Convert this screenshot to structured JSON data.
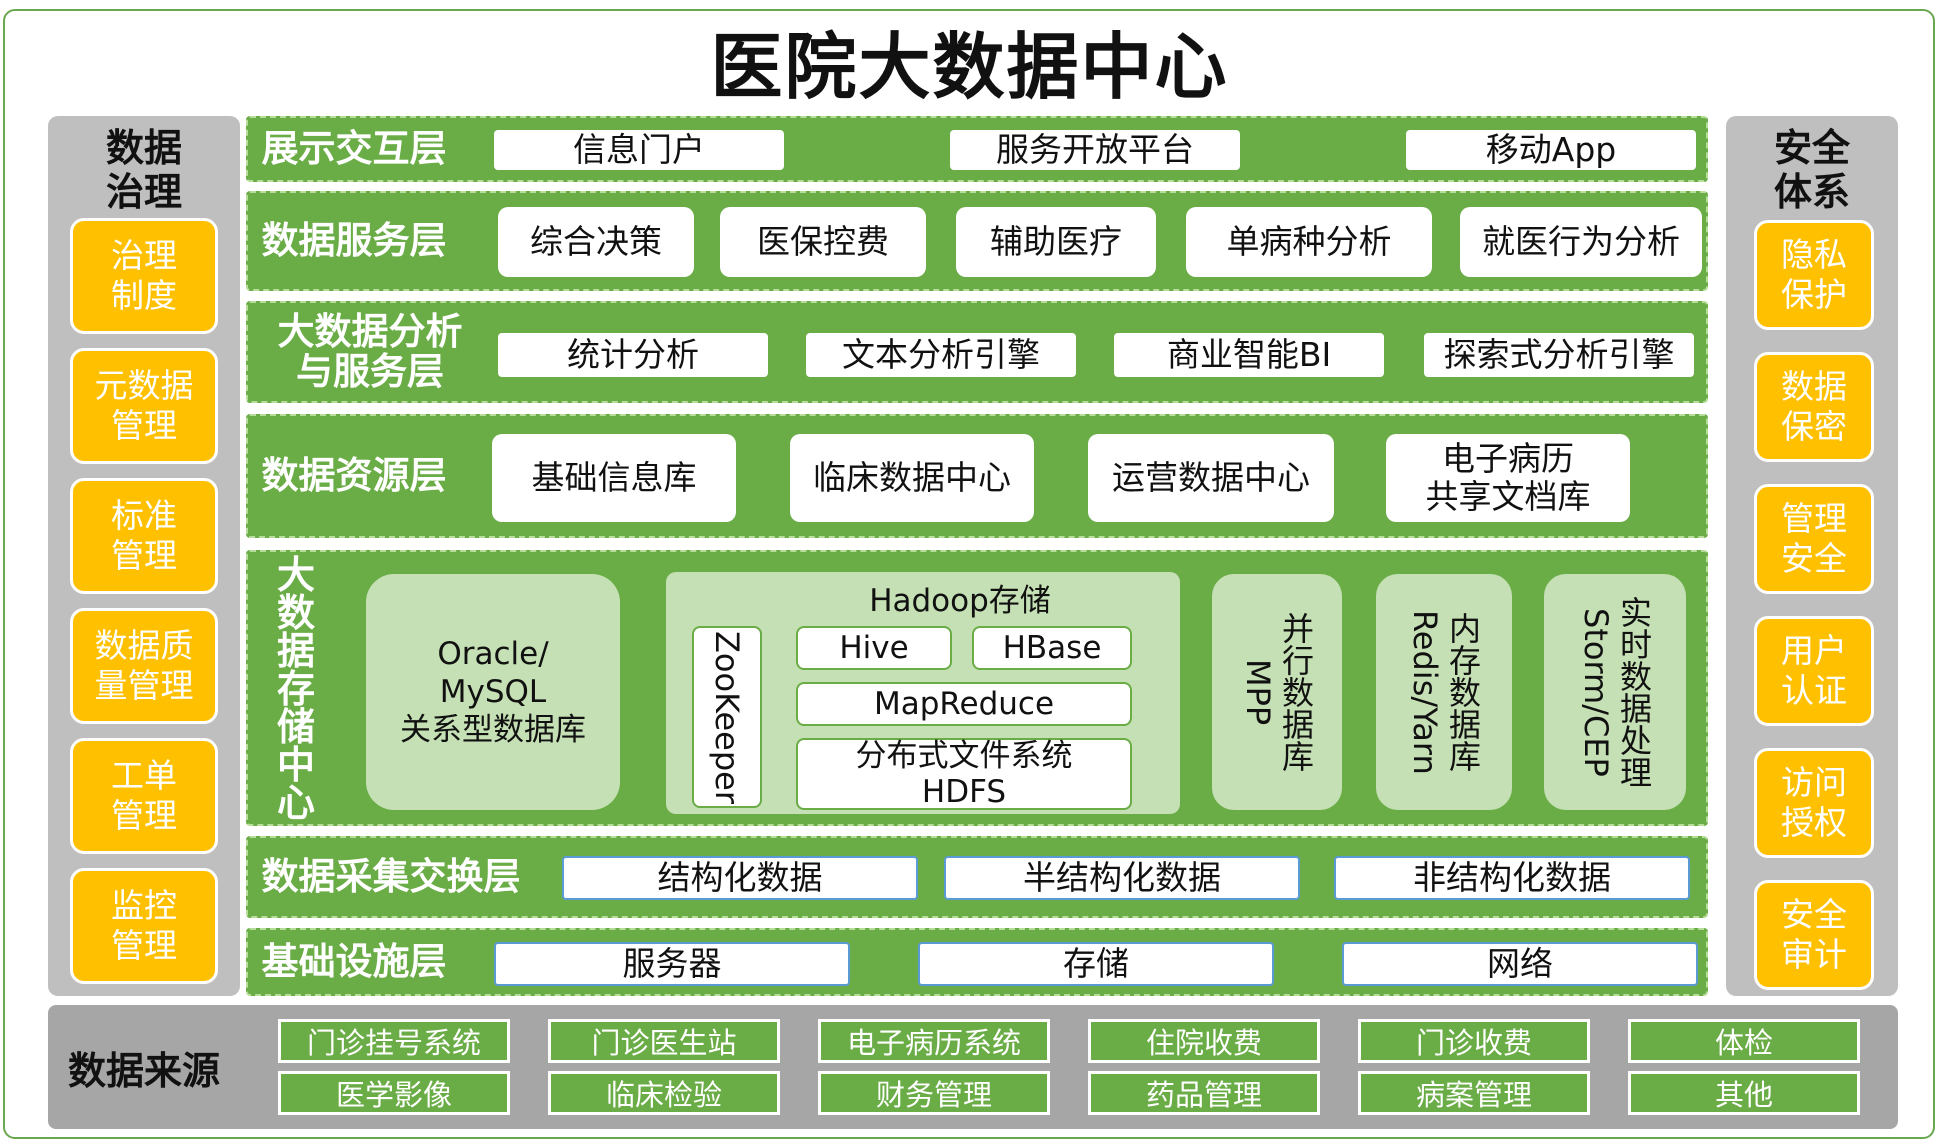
{
  "title": "医院大数据中心",
  "governance": {
    "title": "数据\n治理",
    "items": [
      "治理\n制度",
      "元数据\n管理",
      "标准\n管理",
      "数据质\n量管理",
      "工单\n管理",
      "监控\n管理"
    ]
  },
  "security": {
    "title": "安全\n体系",
    "items": [
      "隐私\n保护",
      "数据\n保密",
      "管理\n安全",
      "用户\n认证",
      "访问\n授权",
      "安全\n审计"
    ]
  },
  "layers": {
    "presentation": {
      "label": "展示交互层",
      "items": [
        "信息门户",
        "服务开放平台",
        "移动App"
      ]
    },
    "data_service": {
      "label": "数据服务层",
      "items": [
        "综合决策",
        "医保控费",
        "辅助医疗",
        "单病种分析",
        "就医行为分析"
      ]
    },
    "analysis": {
      "label": "大数据分析\n与服务层",
      "items": [
        "统计分析",
        "文本分析引擎",
        "商业智能BI",
        "探索式分析引擎"
      ]
    },
    "resource": {
      "label": "数据资源层",
      "items": [
        "基础信息库",
        "临床数据中心",
        "运营数据中心",
        "电子病历\n共享文档库"
      ]
    },
    "storage": {
      "label": "大\n数\n据\n存\n储\n中\n心",
      "relational": "Oracle/\nMySQL\n关系型数据库",
      "hadoop": {
        "title": "Hadoop存储",
        "zookeeper": "ZooKeeper",
        "hive": "Hive",
        "hbase": "HBase",
        "mapreduce": "MapReduce",
        "hdfs": "分布式文件系统\nHDFS"
      },
      "mpp": "并行数据库\nMPP",
      "memory": "内存数据库\nRedis/Yarn",
      "realtime": "实时数据处理\nStorm/CEP"
    },
    "collection": {
      "label": "数据采集交换层",
      "items": [
        "结构化数据",
        "半结构化数据",
        "非结构化数据"
      ]
    },
    "infrastructure": {
      "label": "基础设施层",
      "items": [
        "服务器",
        "存储",
        "网络"
      ]
    }
  },
  "sources": {
    "title": "数据来源",
    "row1": [
      "门诊挂号系统",
      "门诊医生站",
      "电子病历系统",
      "住院收费",
      "门诊收费",
      "体检"
    ],
    "row2": [
      "医学影像",
      "临床检验",
      "财务管理",
      "药品管理",
      "病案管理",
      "其他"
    ]
  }
}
